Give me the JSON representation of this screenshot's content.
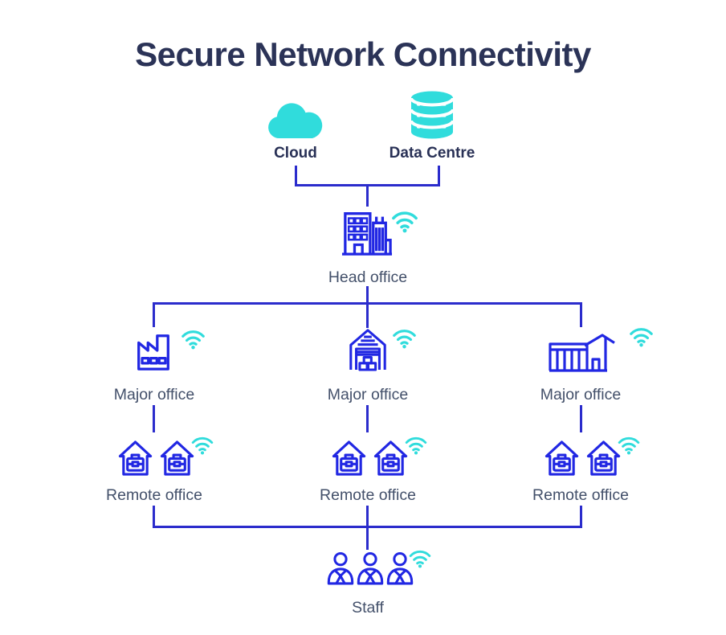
{
  "title": "Secure Network Connectivity",
  "colors": {
    "accent_teal": "#30dcdc",
    "icon_blue": "#2127e3",
    "line_blue": "#2b2ccc",
    "title_text": "#2b3357",
    "label_text": "#43506a",
    "bold_label_text": "#293156",
    "background": "#ffffff"
  },
  "nodes": {
    "cloud": {
      "label": "Cloud",
      "icon": "cloud-icon"
    },
    "data_centre": {
      "label": "Data Centre",
      "icon": "database-icon"
    },
    "head_office": {
      "label": "Head office",
      "icon": "head-office-buildings-icon",
      "wifi": true
    },
    "major_offices": [
      {
        "label": "Major office",
        "icon": "factory-icon",
        "wifi": true
      },
      {
        "label": "Major office",
        "icon": "warehouse-icon",
        "wifi": true
      },
      {
        "label": "Major office",
        "icon": "modern-building-icon",
        "wifi": true
      }
    ],
    "remote_offices": [
      {
        "label": "Remote office",
        "icon": "home-office-icon",
        "wifi": true
      },
      {
        "label": "Remote office",
        "icon": "home-office-icon",
        "wifi": true
      },
      {
        "label": "Remote office",
        "icon": "home-office-icon",
        "wifi": true
      }
    ],
    "staff": {
      "label": "Staff",
      "icon": "people-icon",
      "wifi": true
    }
  }
}
